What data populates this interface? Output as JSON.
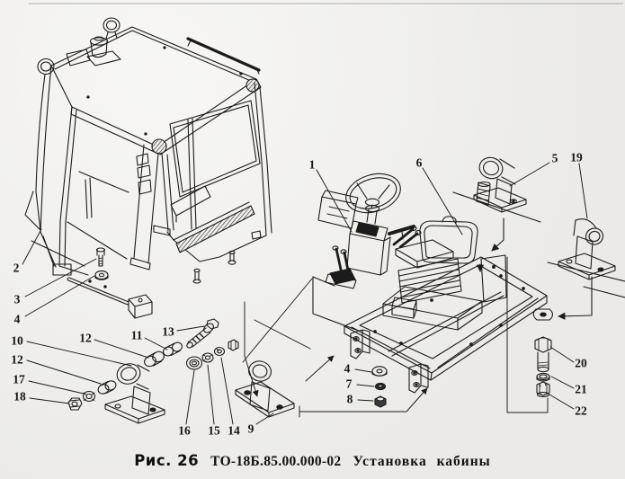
{
  "figure_caption": {
    "fig_label": "Рис. 26",
    "doc_code": "ТО-18Б.85.00.000-02",
    "title": "Установка кабины"
  },
  "diagram": {
    "type": "exploded-parts-technical-illustration",
    "subject": "cab installation on loader platform",
    "ink_color": "#1b1b1b",
    "paper_color": "#efeeea",
    "callouts": [
      {
        "n": "1",
        "label": [
          347,
          183
        ],
        "leader": [
          [
            352,
            189
          ],
          [
            391,
            258
          ]
        ]
      },
      {
        "n": "2",
        "label": [
          18,
          298
        ],
        "leader": [
          [
            25,
            294
          ],
          [
            46,
            255
          ]
        ]
      },
      {
        "n": "3",
        "label": [
          19,
          333
        ],
        "leader": [
          [
            28,
            330
          ],
          [
            107,
            288
          ]
        ]
      },
      {
        "n": "4",
        "label": [
          19,
          355
        ],
        "leader": [
          [
            28,
            352
          ],
          [
            105,
            307
          ]
        ]
      },
      {
        "n": "10",
        "label": [
          19,
          379
        ],
        "leader": [
          [
            30,
            380
          ],
          [
            146,
            407
          ]
        ]
      },
      {
        "n": "12",
        "label": [
          95,
          376
        ],
        "leader": [
          [
            105,
            378
          ],
          [
            165,
            398
          ]
        ]
      },
      {
        "n": "11",
        "label": [
          152,
          373
        ],
        "leader": [
          [
            161,
            376
          ],
          [
            186,
            389
          ]
        ]
      },
      {
        "n": "13",
        "label": [
          187,
          369
        ],
        "leader": [
          [
            197,
            368
          ],
          [
            227,
            363
          ]
        ]
      },
      {
        "n": "12",
        "label": [
          19,
          400
        ],
        "leader": [
          [
            30,
            401
          ],
          [
            112,
            427
          ]
        ]
      },
      {
        "n": "17",
        "label": [
          21,
          422
        ],
        "leader": [
          [
            32,
            424
          ],
          [
            93,
            438
          ]
        ]
      },
      {
        "n": "18",
        "label": [
          22,
          441
        ],
        "leader": [
          [
            33,
            443
          ],
          [
            77,
            449
          ]
        ]
      },
      {
        "n": "16",
        "label": [
          205,
          479
        ],
        "leader": [
          [
            207,
            472
          ],
          [
            216,
            412
          ]
        ]
      },
      {
        "n": "15",
        "label": [
          238,
          479
        ],
        "leader": [
          [
            238,
            472
          ],
          [
            231,
            406
          ]
        ]
      },
      {
        "n": "14",
        "label": [
          260,
          479
        ],
        "leader": [
          [
            259,
            472
          ],
          [
            246,
            398
          ]
        ]
      },
      {
        "n": "9",
        "label": [
          279,
          477
        ],
        "leader": [
          [
            285,
            472
          ],
          [
            304,
            460
          ]
        ]
      },
      {
        "n": "6",
        "label": [
          466,
          181
        ],
        "leader": [
          [
            470,
            187
          ],
          [
            514,
            261
          ]
        ]
      },
      {
        "n": "5",
        "label": [
          617,
          176
        ],
        "leader": [
          [
            611,
            181
          ],
          [
            567,
            207
          ]
        ]
      },
      {
        "n": "19",
        "label": [
          641,
          175
        ],
        "leader": [
          [
            644,
            182
          ],
          [
            653,
            243
          ]
        ]
      },
      {
        "n": "4",
        "label": [
          386,
          410
        ],
        "leader": [
          [
            395,
            411
          ],
          [
            413,
            414
          ]
        ]
      },
      {
        "n": "7",
        "label": [
          388,
          427
        ],
        "leader": [
          [
            397,
            428
          ],
          [
            416,
            430
          ]
        ]
      },
      {
        "n": "8",
        "label": [
          389,
          444
        ],
        "leader": [
          [
            398,
            445
          ],
          [
            415,
            446
          ]
        ]
      },
      {
        "n": "20",
        "label": [
          646,
          404
        ],
        "leader": [
          [
            638,
            403
          ],
          [
            612,
            386
          ]
        ]
      },
      {
        "n": "21",
        "label": [
          646,
          433
        ],
        "leader": [
          [
            638,
            432
          ],
          [
            613,
            419
          ]
        ]
      },
      {
        "n": "22",
        "label": [
          646,
          457
        ],
        "leader": [
          [
            638,
            455
          ],
          [
            611,
            439
          ]
        ]
      }
    ]
  }
}
